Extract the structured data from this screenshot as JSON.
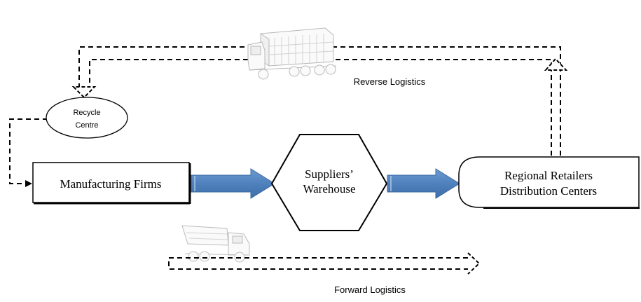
{
  "diagram": {
    "nodes": {
      "recycle_centre": {
        "line1": "Recycle",
        "line2": "Centre"
      },
      "manufacturing_firms": {
        "label": "Manufacturing Firms"
      },
      "suppliers_warehouse": {
        "line1": "Suppliers’",
        "line2": "Warehouse"
      },
      "regional_retailers": {
        "line1": "Regional Retailers",
        "line2": "Distribution Centers"
      }
    },
    "flows": {
      "reverse_logistics": "Reverse Logistics",
      "forward_logistics": "Forward Logistics"
    },
    "icons": {
      "reverse_vehicle": "container-truck-icon",
      "forward_vehicle": "dump-truck-icon"
    },
    "colors": {
      "forward_arrow_fill": "#4f81bd",
      "forward_arrow_stroke": "#3a6aa3",
      "outline": "#000000"
    }
  }
}
